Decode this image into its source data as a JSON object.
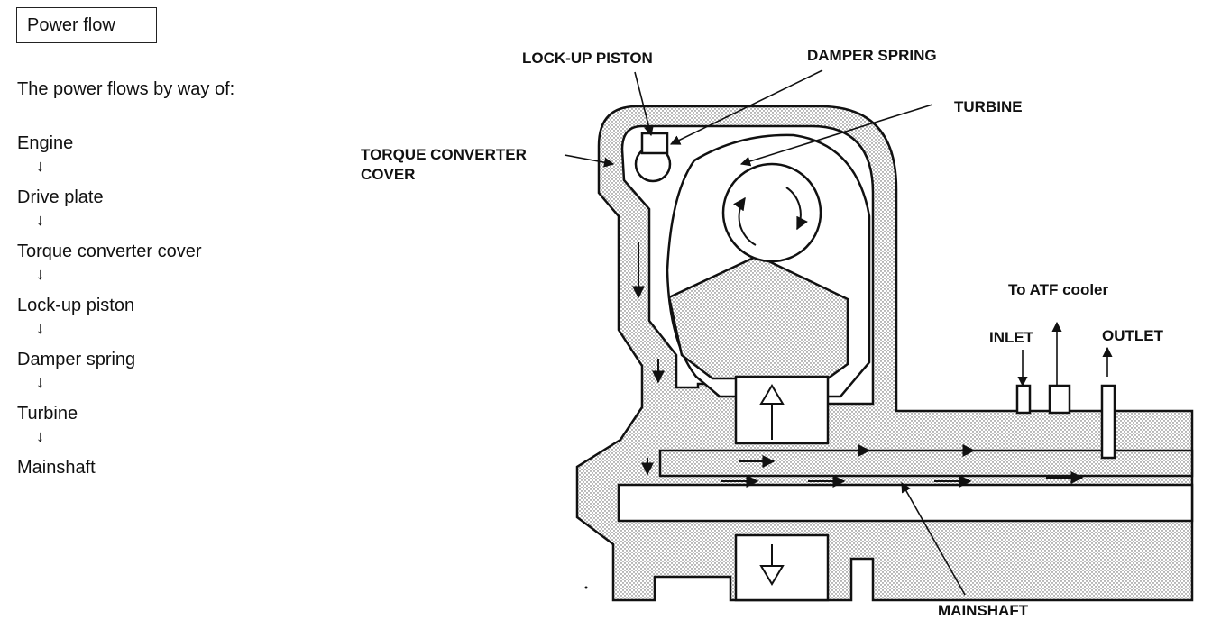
{
  "title": "Power flow",
  "intro": "The power flows by way of:",
  "flow_steps": [
    "Engine",
    "Drive plate",
    "Torque converter cover",
    "Lock-up piston",
    "Damper spring",
    "Turbine",
    "Mainshaft"
  ],
  "flow_arrow": "↓",
  "labels": {
    "lockup_piston": "LOCK-UP PISTON",
    "damper_spring": "DAMPER SPRING",
    "turbine": "TURBINE",
    "torque_converter_cover_1": "TORQUE CONVERTER",
    "torque_converter_cover_2": "COVER",
    "to_atf_cooler": "To ATF cooler",
    "inlet": "INLET",
    "outlet": "OUTLET",
    "mainshaft": "MAINSHAFT"
  }
}
